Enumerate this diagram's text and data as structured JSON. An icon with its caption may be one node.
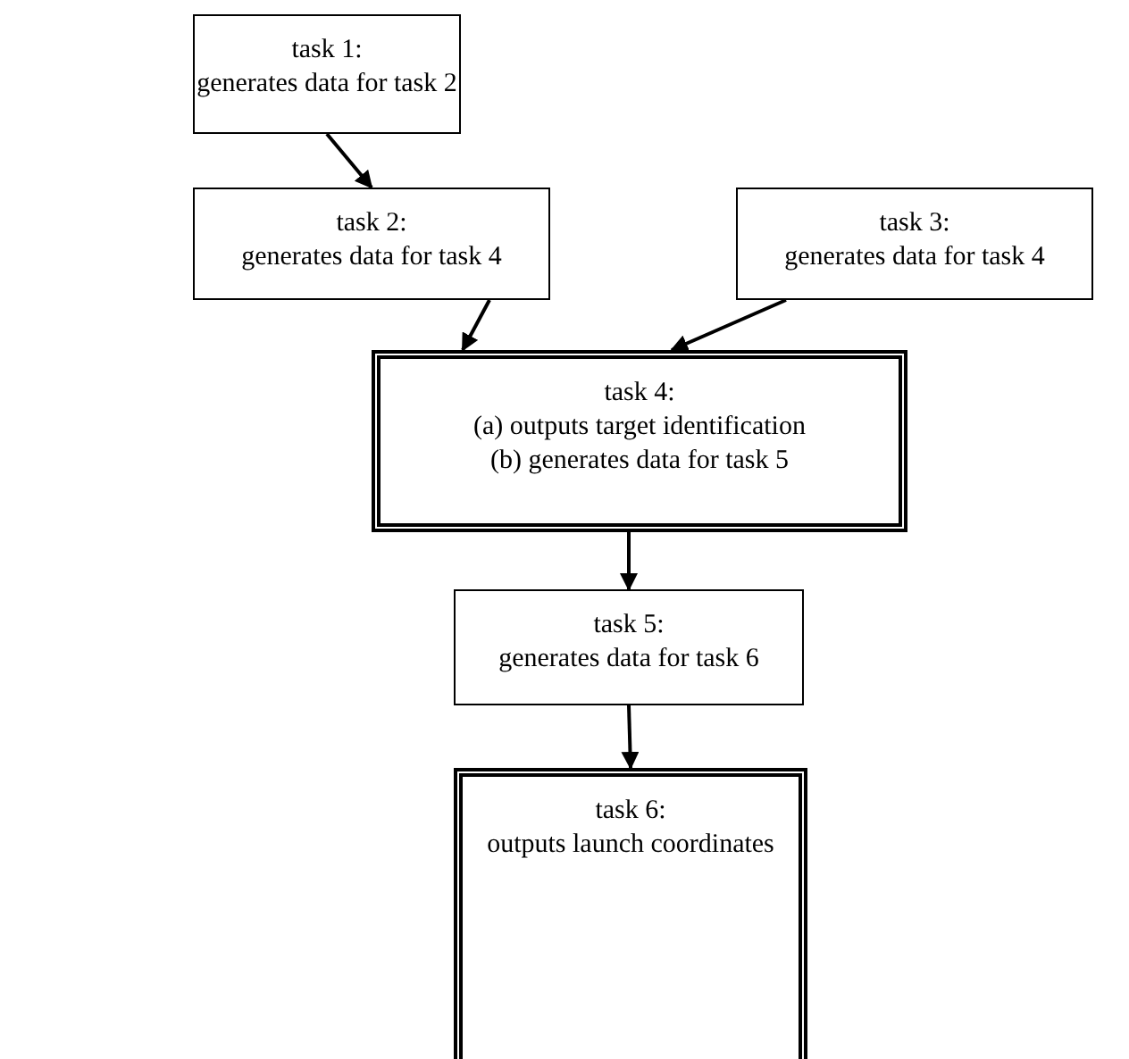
{
  "diagram": {
    "nodes": [
      {
        "text": [
          "task 1:",
          "generates data for task 2"
        ]
      },
      {
        "text": [
          "task 2:",
          "generates data for task 4"
        ]
      },
      {
        "text": [
          "task 3:",
          "generates data for task 4"
        ]
      },
      {
        "text": [
          "task 4:",
          "(a) outputs target identification",
          "(b) generates data for task 5"
        ]
      },
      {
        "text": [
          "task 5:",
          "generates data for task 6"
        ]
      },
      {
        "text": [
          "task 6:",
          "outputs launch coordinates"
        ]
      }
    ],
    "edges": [
      {
        "from": 0,
        "to": 1,
        "arrow": "to"
      },
      {
        "from": 1,
        "to": 3,
        "arrow": "to"
      },
      {
        "from": 2,
        "to": 3,
        "arrow": "to"
      },
      {
        "from": 3,
        "to": 4,
        "arrow": "to"
      },
      {
        "from": 4,
        "to": 5,
        "arrow": "to"
      }
    ]
  }
}
